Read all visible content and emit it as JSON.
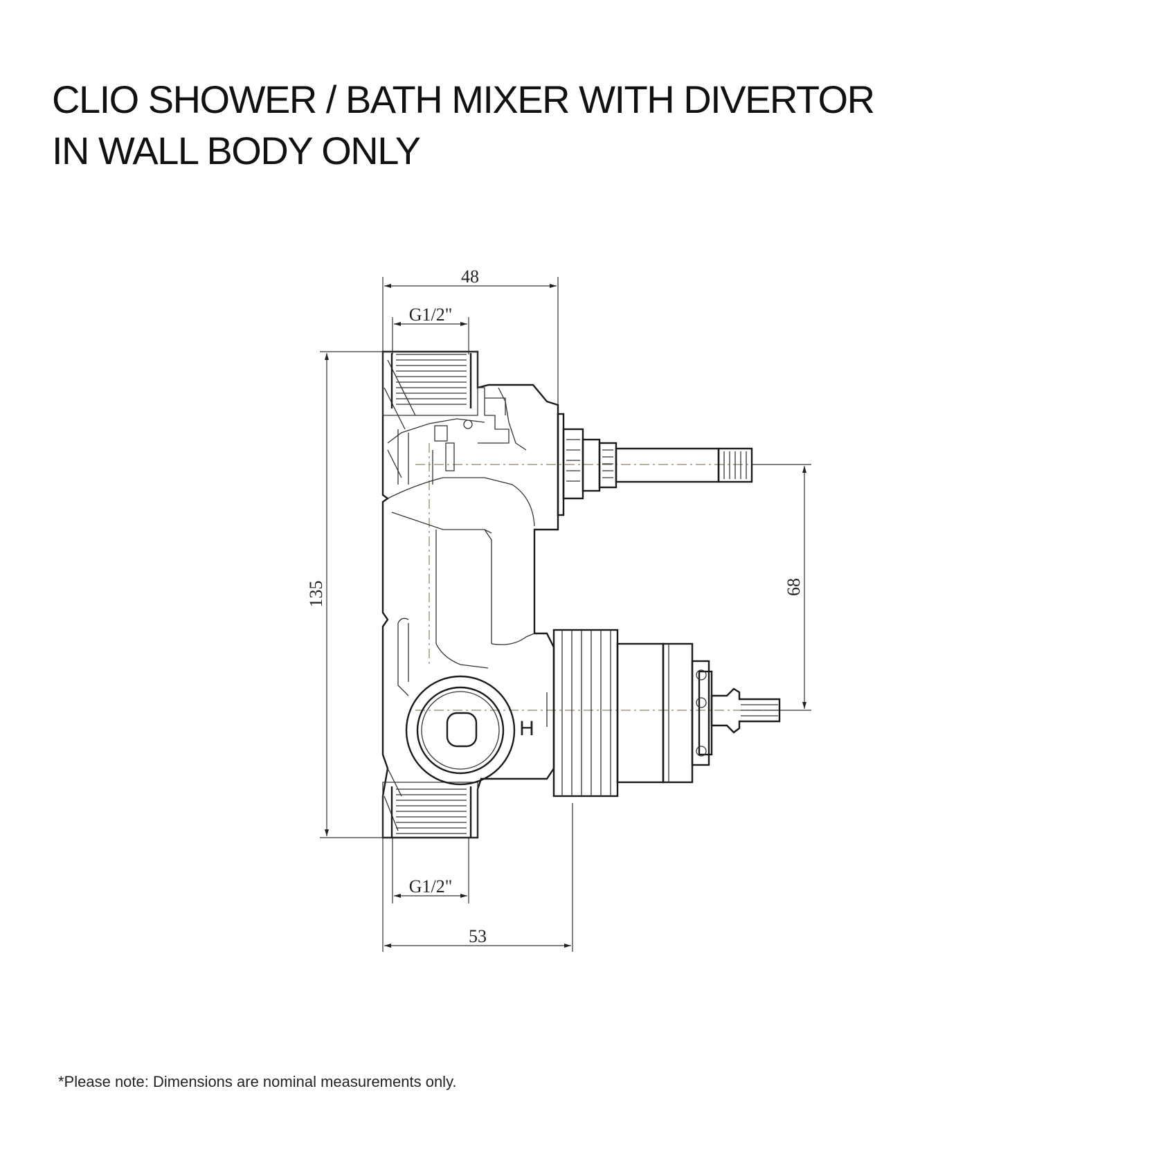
{
  "title": {
    "line1": "CLIO SHOWER / BATH MIXER WITH DIVERTOR",
    "line2": "IN WALL BODY ONLY"
  },
  "dimensions": {
    "top_width": "48",
    "top_thread": "G1/2\"",
    "height": "135",
    "spindle_spacing": "68",
    "bottom_thread": "G1/2\"",
    "bottom_width": "53"
  },
  "body_marking": "H",
  "footnote": "*Please note: Dimensions are nominal measurements only."
}
